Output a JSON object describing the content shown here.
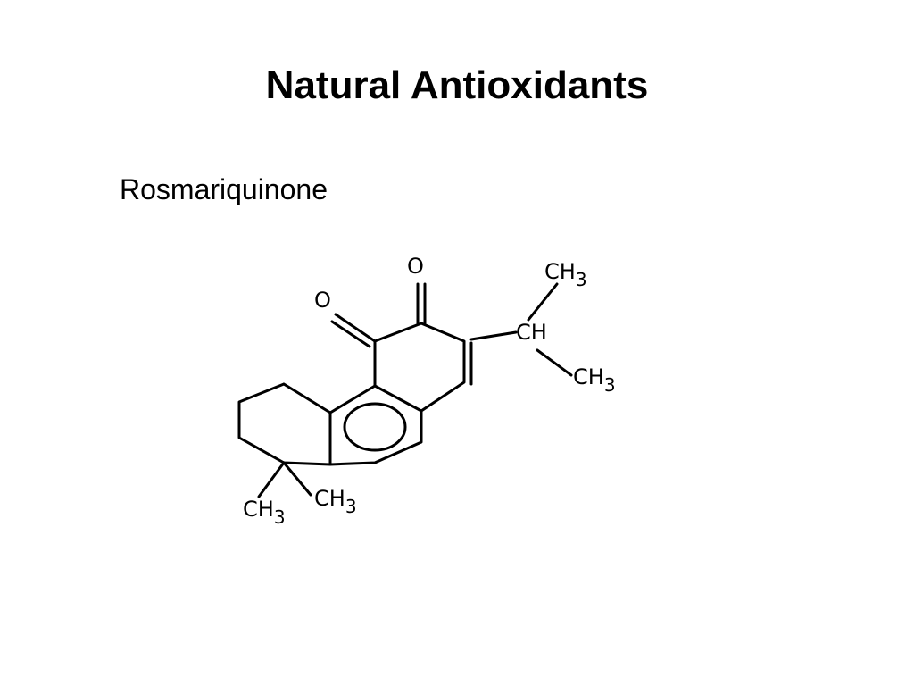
{
  "slide": {
    "title": "Natural Antioxidants",
    "subtitle": "Rosmariquinone"
  },
  "structure": {
    "atoms": {
      "o_left": "O",
      "o_top": "O",
      "ch3_top": "CH",
      "ch3_top_sub": "3",
      "ch_mid": "CH",
      "ch3_right": "CH",
      "ch3_right_sub": "3",
      "ch3_bottom_left": "CH",
      "ch3_bottom_left_sub": "3",
      "ch3_bottom_mid": "CH",
      "ch3_bottom_mid_sub": "3"
    }
  }
}
